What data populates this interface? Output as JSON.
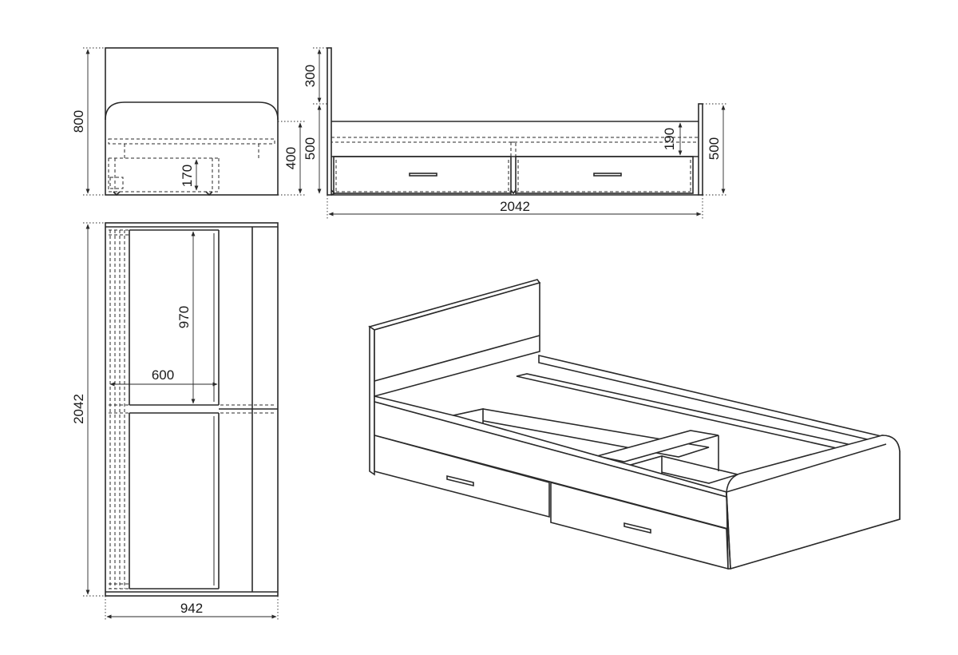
{
  "dimensions": {
    "end_height": "800",
    "side_headboard_extra": "300",
    "side_frame_height": "500",
    "end_inner_height": "400",
    "drawer_height": "170",
    "panel_height": "190",
    "foot_height": "500",
    "overall_length": "2042",
    "top_length": "2042",
    "top_width": "942",
    "storage_length": "970",
    "storage_width": "600"
  }
}
